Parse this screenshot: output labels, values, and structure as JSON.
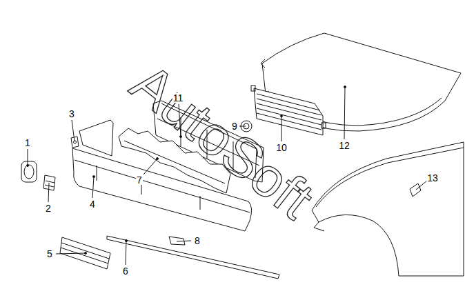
{
  "diagram": {
    "labels": [
      "1",
      "2",
      "3",
      "4",
      "5",
      "6",
      "7",
      "8",
      "9",
      "10",
      "11",
      "12",
      "13",
      "AutoSoft"
    ]
  }
}
